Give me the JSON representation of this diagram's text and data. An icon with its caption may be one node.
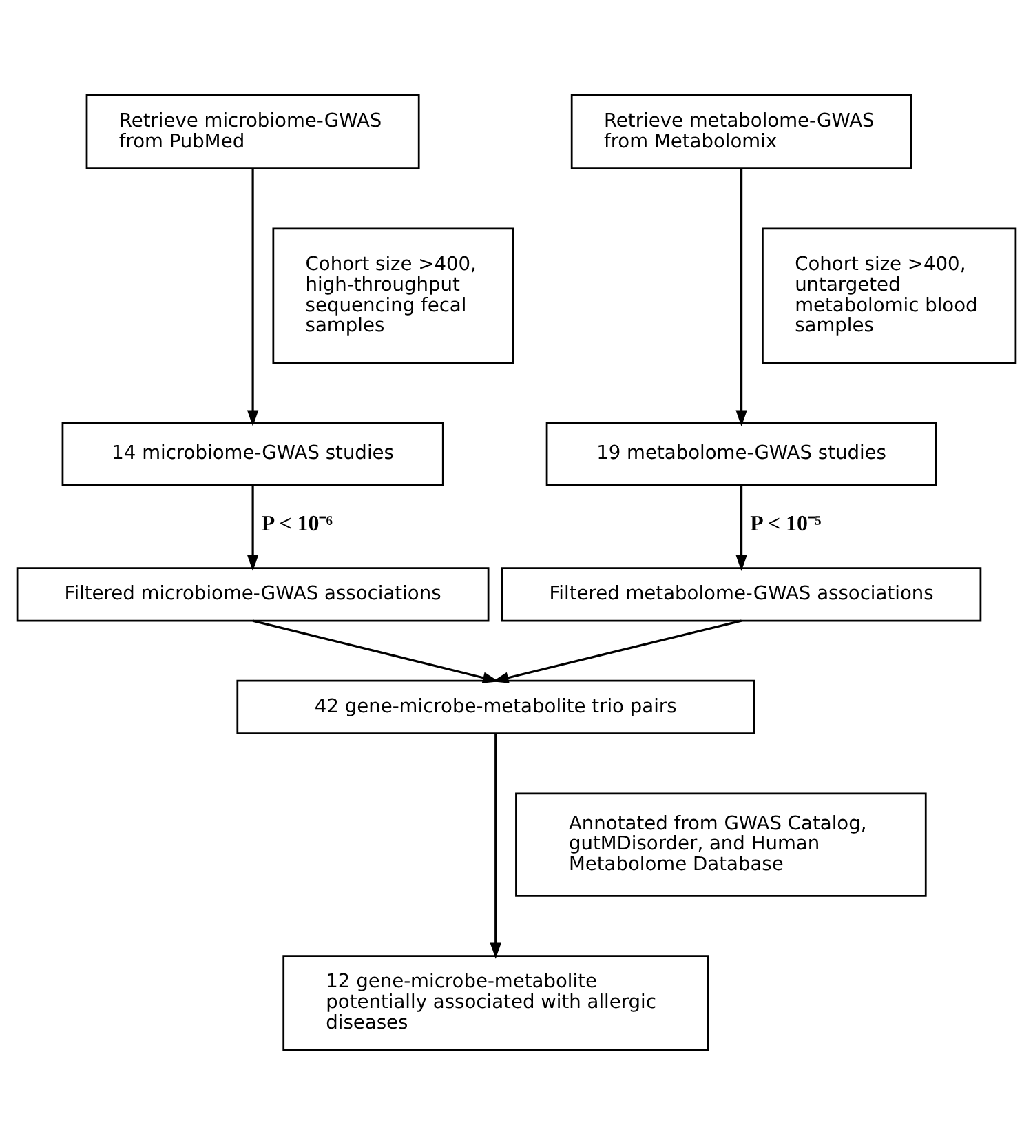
{
  "diagram": {
    "nodes": [
      {
        "text": [
          "Retrieve microbiome-GWAS from PubMed"
        ]
      },
      {
        "text": [
          "Retrieve metabolome-GWAS from Metabolomix"
        ]
      },
      {
        "text": [
          "Cohort size >400, high-throughput sequencing fecal samples"
        ]
      },
      {
        "text": [
          "Cohort size >400, untargeted metabolomic blood samples"
        ]
      },
      {
        "text": [
          "14 microbiome-GWAS studies"
        ]
      },
      {
        "text": [
          "19 metabolome-GWAS studies"
        ]
      },
      {
        "text": [
          "Filtered microbiome-GWAS associations"
        ]
      },
      {
        "text": [
          "Filtered metabolome-GWAS associations"
        ]
      },
      {
        "text": [
          "42 gene-microbe-metabolite trio pairs"
        ]
      },
      {
        "text": [
          "Annotated from GWAS Catalog, gutMDisorder, and Human Metabolome Database"
        ]
      },
      {
        "text": [
          "12 gene-microbe-metabolite potentially associated with allergic diseases"
        ]
      }
    ],
    "edges": [
      {
        "from": 0,
        "to": 4,
        "arrow": "to"
      },
      {
        "from": 1,
        "to": 5,
        "arrow": "to"
      },
      {
        "from": 4,
        "to": 6,
        "arrow": "to",
        "label": "P < 10⁻⁶"
      },
      {
        "from": 5,
        "to": 7,
        "arrow": "to",
        "label": "P < 10⁻⁵"
      },
      {
        "from": 6,
        "to": 8,
        "arrow": "to"
      },
      {
        "from": 7,
        "to": 8,
        "arrow": "to"
      },
      {
        "from": 8,
        "to": 10,
        "arrow": "to"
      }
    ]
  }
}
